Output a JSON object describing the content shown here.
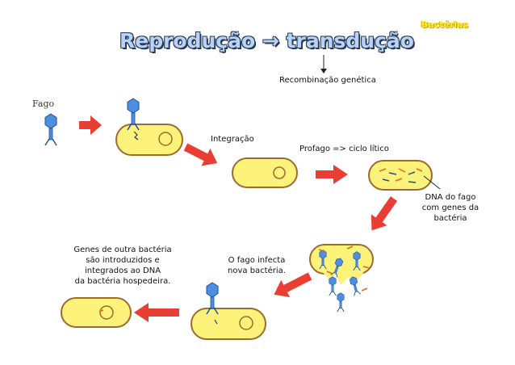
{
  "header": {
    "corner_label": "Bactérias",
    "title": "Reprodução",
    "title_arrow": "→",
    "title_topic": "transdução",
    "subtitle": "Recombinação genética"
  },
  "labels": {
    "fago": "Fago",
    "integracao": "Integração",
    "profago": "Profago => ciclo lítico",
    "dna_fago": [
      "DNA do fago",
      "com genes da",
      "bactéria"
    ],
    "fago_infecta": [
      "O fago infecta",
      "nova bactéria."
    ],
    "genes_outra": [
      "Genes de outra bactéria",
      "são introduzidos e",
      "integrados ao DNA",
      "da bactéria hospedeira."
    ]
  },
  "colors": {
    "cell_fill": "#fdf27a",
    "cell_stroke": "#9c6b2e",
    "arrow_red": "#e83e33",
    "phage_blue": "#4c8fe0"
  }
}
